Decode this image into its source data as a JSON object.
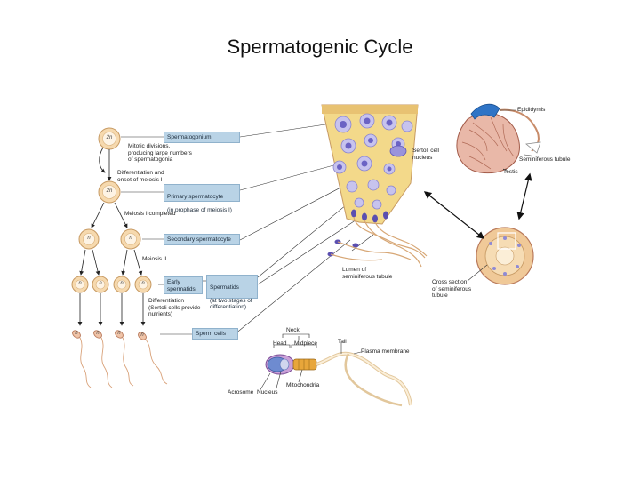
{
  "title": "Spermatogenic Cycle",
  "ploidy": {
    "diploid": "2n",
    "haploid": "n"
  },
  "left_flow": {
    "mitotic": "Mitotic divisions,\nproducing large numbers\nof spermatogonia",
    "differentiation": "Differentiation and\nonset of meiosis I",
    "meiosis1": "Meiosis I completed",
    "meiosis2": "Meiosis II",
    "sertoli_note": "Differentiation\n(Sertoli cells provide\nnutrients)"
  },
  "stage_boxes": {
    "spermatogonium": "Spermatogonium",
    "primary_title": "Primary spermatocyte",
    "primary_sub": "(in prophase of meiosis I)",
    "secondary": "Secondary spermatocyte",
    "early": "Early\nspermatids",
    "spermatids_title": "Spermatids",
    "spermatids_sub": "(at two stages of\ndifferentiation)",
    "sperm": "Sperm cells"
  },
  "tubule_labels": {
    "sertoli": "Sertoli cell\nnucleus",
    "lumen": "Lumen of\nseminiferous tubule"
  },
  "testis_labels": {
    "epididymis": "Epididymis",
    "seminiferous": "Seminiferous tubule",
    "testis": "Testis",
    "cross_section": "Cross section\nof seminiferous\ntubule"
  },
  "sperm_labels": {
    "neck": "Neck",
    "head": "Head",
    "midpiece": "Midpiece",
    "tail": "Tail",
    "plasma": "Plasma membrane",
    "mitochondria": "Mitochondria",
    "acrosome": "Acrosome",
    "nucleus": "Nucleus"
  },
  "colors": {
    "stage_box": "#b9d3e6",
    "cell_outer": "#f6d9ae",
    "cell_inner": "#fdf3e4",
    "tubule_wall": "#f3d98a",
    "nucleus": "#8f8ad4",
    "sperm_head": "#c9a0d8",
    "testis": "#e9b8a8",
    "epididymis": "#2f74c6",
    "midpiece": "#e8a63a"
  }
}
